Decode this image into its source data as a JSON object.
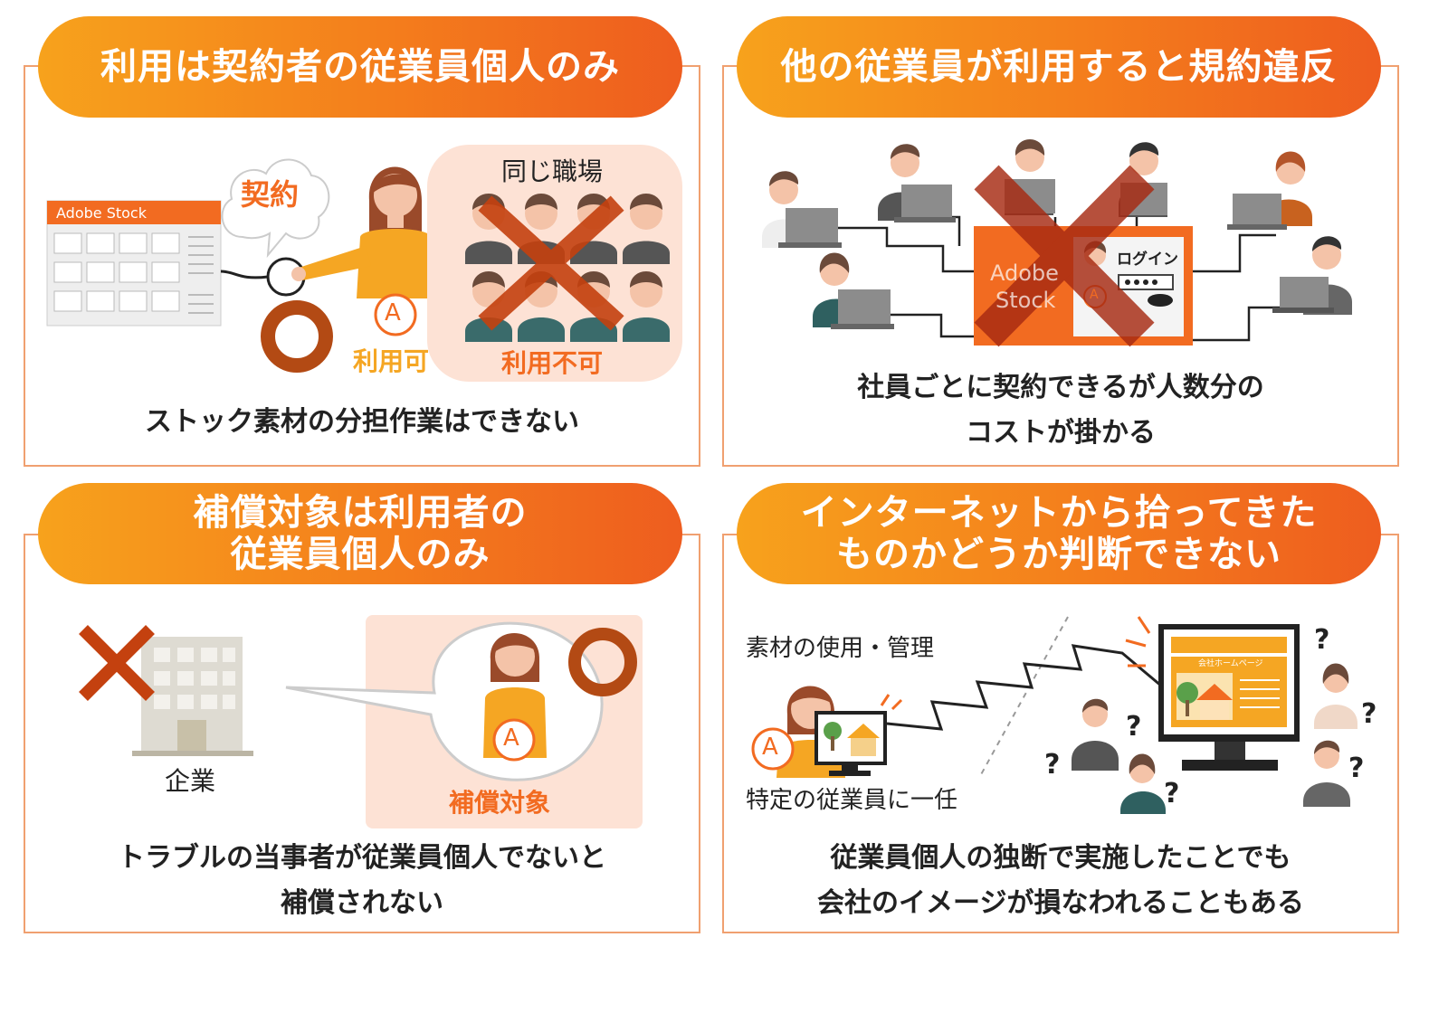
{
  "panels": [
    {
      "title": [
        "利用は契約者の従業員個人のみ"
      ],
      "adobe_label": "Adobe Stock",
      "contract_label": "契約",
      "same_workplace_label": "同じ職場",
      "allowed_label": "利用可",
      "not_allowed_label": "利用不可",
      "badge_letter": "A",
      "caption": [
        "ストック素材の分担作業はできない"
      ]
    },
    {
      "title": [
        "他の従業員が利用すると規約違反"
      ],
      "adobe_label": [
        "Adobe",
        "Stock"
      ],
      "login_label": "ログイン",
      "badge_letter": "A",
      "caption": [
        "社員ごとに契約できるが人数分の",
        "コストが掛かる"
      ]
    },
    {
      "title": [
        "補償対象は利用者の",
        "従業員個人のみ"
      ],
      "company_label": "企業",
      "covered_label": "補償対象",
      "badge_letter": "A",
      "caption": [
        "トラブルの当事者が従業員個人でないと",
        "補償されない"
      ]
    },
    {
      "title": [
        "インターネットから拾ってきた",
        "ものかどうか判断できない"
      ],
      "material_label": "素材の使用・管理",
      "assigned_label": "特定の従業員に一任",
      "site_label": "会社ホームページ",
      "badge_letter": "A",
      "question_mark": "?",
      "caption": [
        "従業員個人の独断で実施したことでも",
        "会社のイメージが損なわれることもある"
      ]
    }
  ],
  "colors": {
    "orange": "#f47d1c",
    "dark_orange": "#ee5d1f",
    "cross_red": "#c4410f",
    "ring_brown": "#b34a14",
    "border": "#f0a070",
    "pink_bg": "#fde2d5"
  }
}
